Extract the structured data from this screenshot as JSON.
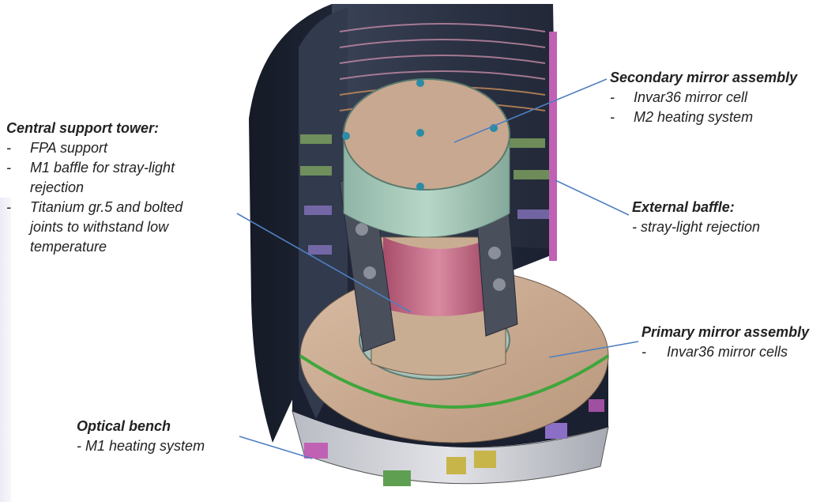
{
  "annotations": {
    "central_support_tower": {
      "title": "Central support tower:",
      "items": [
        {
          "dash": "-",
          "text": "FPA support"
        },
        {
          "dash": "-",
          "text": "M1 baffle for stray-light"
        },
        {
          "dash": "",
          "text": "rejection"
        },
        {
          "dash": "-",
          "text": "Titanium gr.5 and bolted"
        },
        {
          "dash": "",
          "text": "joints to withstand low"
        },
        {
          "dash": "",
          "text": "temperature"
        }
      ]
    },
    "secondary_mirror_assembly": {
      "title": "Secondary mirror assembly",
      "items": [
        {
          "dash": "-",
          "text": "Invar36 mirror cell"
        },
        {
          "dash": "-",
          "text": "M2 heating system"
        }
      ]
    },
    "external_baffle": {
      "title": "External baffle:",
      "items": [
        {
          "text": "- stray-light rejection"
        }
      ]
    },
    "primary_mirror_assembly": {
      "title": "Primary mirror assembly",
      "items": [
        {
          "dash": "-",
          "text": "Invar36 mirror cells"
        }
      ]
    },
    "optical_bench": {
      "title": "Optical bench",
      "items": [
        {
          "text": "- M1 heating system"
        }
      ]
    }
  },
  "colors": {
    "shell_dark": "#1f2534",
    "shell_inner": "#2d3446",
    "mirror_tan": "#c9a98f",
    "cell_green": "#a6c8bb",
    "tower_gray": "#4a4f5c",
    "leader_blue": "#4f7fc1",
    "magenta_part": "#c061b4",
    "green_part": "#5f9f52",
    "yellow_part": "#c8b54a"
  }
}
